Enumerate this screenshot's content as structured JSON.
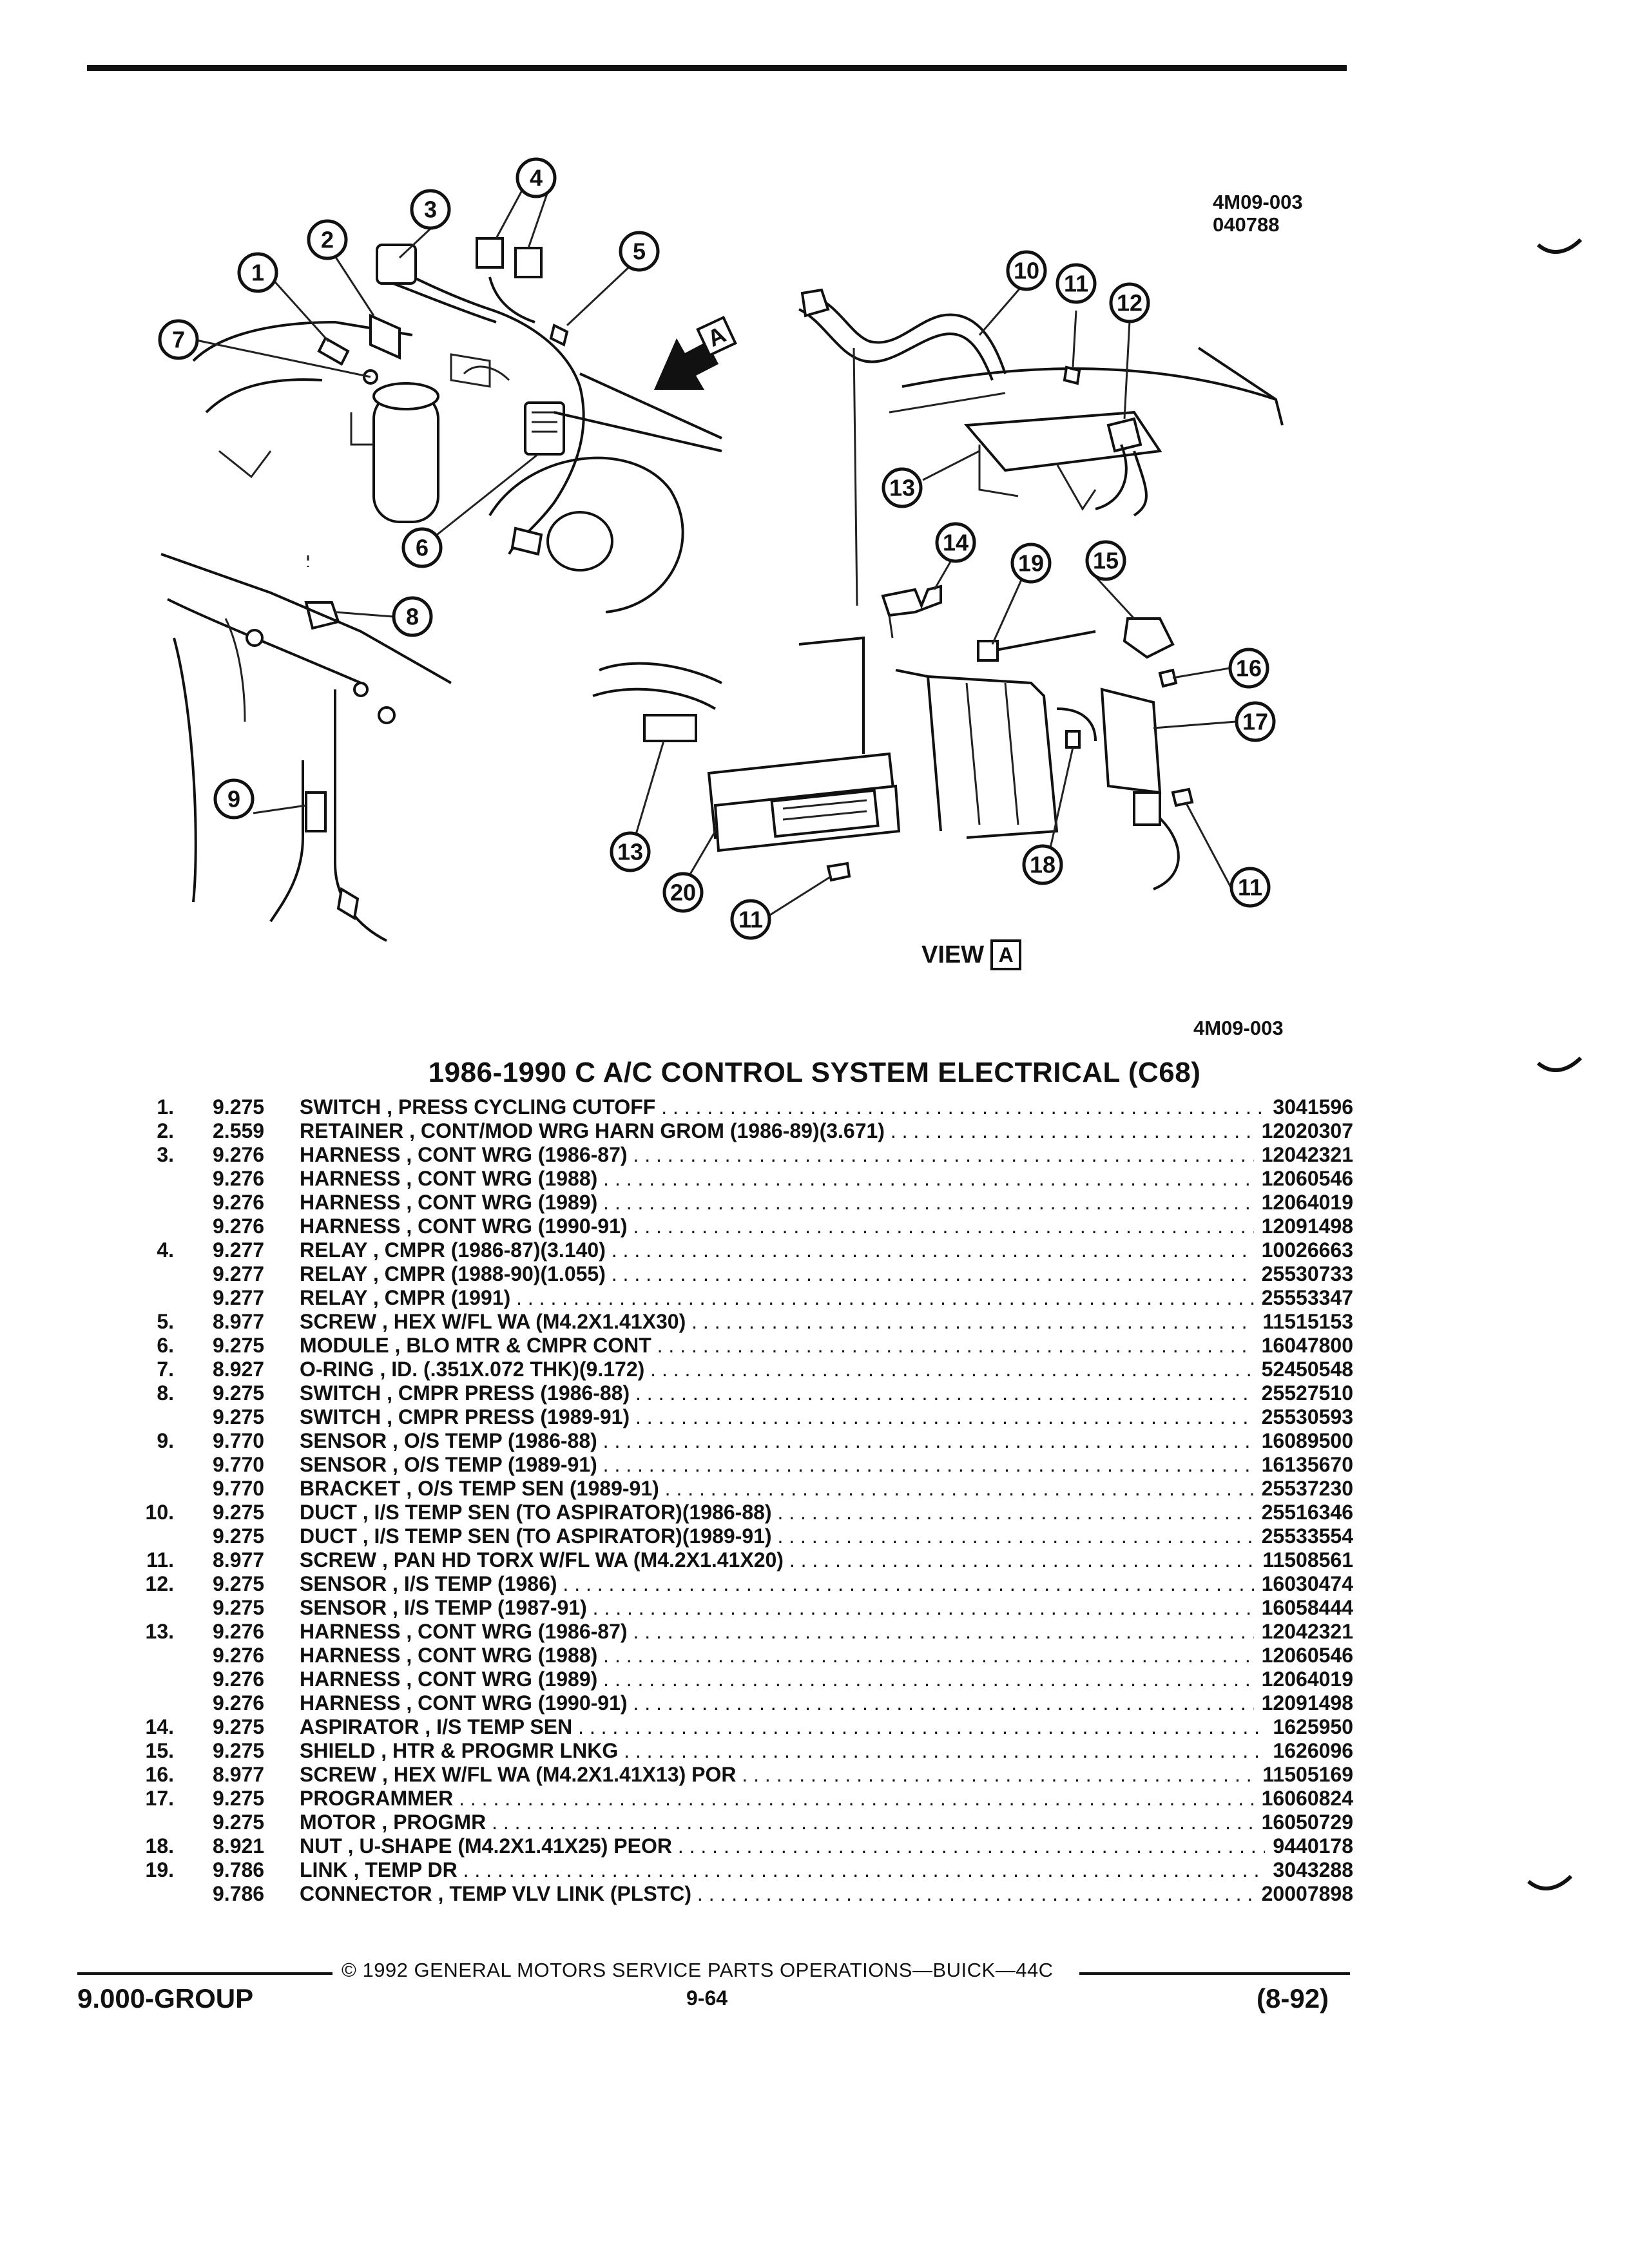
{
  "header": {
    "ref_top_line1": "4M09-003",
    "ref_top_line2": "040788"
  },
  "diagram": {
    "callouts": [
      "1",
      "2",
      "3",
      "4",
      "5",
      "6",
      "7",
      "8",
      "9",
      "10",
      "11",
      "12",
      "13",
      "14",
      "15",
      "16",
      "17",
      "18",
      "19",
      "20"
    ],
    "view_label": "VIEW",
    "view_letter": "A",
    "arrow_letter": "A",
    "ref_bottom": "4M09-003"
  },
  "title": "1986-1990 C A/C CONTROL SYSTEM ELECTRICAL (C68)",
  "parts": [
    {
      "num": "1.",
      "group": "9.275",
      "desc": "SWITCH , PRESS CYCLING CUTOFF",
      "pn": "3041596"
    },
    {
      "num": "2.",
      "group": "2.559",
      "desc": "RETAINER , CONT/MOD WRG HARN GROM (1986-89)(3.671)",
      "pn": "12020307"
    },
    {
      "num": "3.",
      "group": "9.276",
      "desc": "HARNESS , CONT WRG (1986-87)",
      "pn": "12042321"
    },
    {
      "num": "",
      "group": "9.276",
      "desc": "HARNESS , CONT WRG (1988)",
      "pn": "12060546"
    },
    {
      "num": "",
      "group": "9.276",
      "desc": "HARNESS , CONT WRG (1989)",
      "pn": "12064019"
    },
    {
      "num": "",
      "group": "9.276",
      "desc": "HARNESS , CONT WRG (1990-91)",
      "pn": "12091498"
    },
    {
      "num": "4.",
      "group": "9.277",
      "desc": "RELAY , CMPR (1986-87)(3.140)",
      "pn": "10026663"
    },
    {
      "num": "",
      "group": "9.277",
      "desc": "RELAY , CMPR (1988-90)(1.055)",
      "pn": "25530733"
    },
    {
      "num": "",
      "group": "9.277",
      "desc": "RELAY , CMPR (1991)",
      "pn": "25553347"
    },
    {
      "num": "5.",
      "group": "8.977",
      "desc": "SCREW , HEX W/FL WA (M4.2X1.41X30)",
      "pn": "11515153"
    },
    {
      "num": "6.",
      "group": "9.275",
      "desc": "MODULE , BLO MTR & CMPR CONT",
      "pn": "16047800"
    },
    {
      "num": "7.",
      "group": "8.927",
      "desc": "O-RING , ID. (.351X.072 THK)(9.172)",
      "pn": "52450548"
    },
    {
      "num": "8.",
      "group": "9.275",
      "desc": "SWITCH , CMPR PRESS (1986-88)",
      "pn": "25527510"
    },
    {
      "num": "",
      "group": "9.275",
      "desc": "SWITCH , CMPR PRESS (1989-91)",
      "pn": "25530593"
    },
    {
      "num": "9.",
      "group": "9.770",
      "desc": "SENSOR , O/S TEMP (1986-88)",
      "pn": "16089500"
    },
    {
      "num": "",
      "group": "9.770",
      "desc": "SENSOR , O/S TEMP (1989-91)",
      "pn": "16135670"
    },
    {
      "num": "",
      "group": "9.770",
      "desc": "BRACKET , O/S TEMP SEN (1989-91)",
      "pn": "25537230"
    },
    {
      "num": "10.",
      "group": "9.275",
      "desc": "DUCT , I/S TEMP SEN (TO ASPIRATOR)(1986-88)",
      "pn": "25516346"
    },
    {
      "num": "",
      "group": "9.275",
      "desc": "DUCT , I/S TEMP SEN (TO ASPIRATOR)(1989-91)",
      "pn": "25533554"
    },
    {
      "num": "11.",
      "group": "8.977",
      "desc": "SCREW , PAN HD TORX W/FL WA (M4.2X1.41X20)",
      "pn": "11508561"
    },
    {
      "num": "12.",
      "group": "9.275",
      "desc": "SENSOR , I/S TEMP (1986)",
      "pn": "16030474"
    },
    {
      "num": "",
      "group": "9.275",
      "desc": "SENSOR , I/S TEMP (1987-91)",
      "pn": "16058444"
    },
    {
      "num": "13.",
      "group": "9.276",
      "desc": "HARNESS , CONT WRG (1986-87)",
      "pn": "12042321"
    },
    {
      "num": "",
      "group": "9.276",
      "desc": "HARNESS , CONT WRG (1988)",
      "pn": "12060546"
    },
    {
      "num": "",
      "group": "9.276",
      "desc": "HARNESS , CONT WRG (1989)",
      "pn": "12064019"
    },
    {
      "num": "",
      "group": "9.276",
      "desc": "HARNESS , CONT WRG (1990-91)",
      "pn": "12091498"
    },
    {
      "num": "14.",
      "group": "9.275",
      "desc": "ASPIRATOR , I/S TEMP SEN",
      "pn": "1625950"
    },
    {
      "num": "15.",
      "group": "9.275",
      "desc": "SHIELD , HTR & PROGMR LNKG",
      "pn": "1626096"
    },
    {
      "num": "16.",
      "group": "8.977",
      "desc": "SCREW , HEX W/FL WA (M4.2X1.41X13) POR",
      "pn": "11505169"
    },
    {
      "num": "17.",
      "group": "9.275",
      "desc": "PROGRAMMER",
      "pn": "16060824"
    },
    {
      "num": "",
      "group": "9.275",
      "desc": "MOTOR , PROGMR",
      "pn": "16050729"
    },
    {
      "num": "18.",
      "group": "8.921",
      "desc": "NUT , U-SHAPE (M4.2X1.41X25) PEOR",
      "pn": "9440178"
    },
    {
      "num": "19.",
      "group": "9.786",
      "desc": "LINK , TEMP DR",
      "pn": "3043288"
    },
    {
      "num": "",
      "group": "9.786",
      "desc": "CONNECTOR , TEMP VLV LINK (PLSTC)",
      "pn": "20007898"
    }
  ],
  "footer": {
    "copyright": "© 1992 GENERAL MOTORS SERVICE PARTS OPERATIONS—BUICK—44C",
    "group": "9.000-GROUP",
    "page": "9-64",
    "date": "(8-92)"
  }
}
